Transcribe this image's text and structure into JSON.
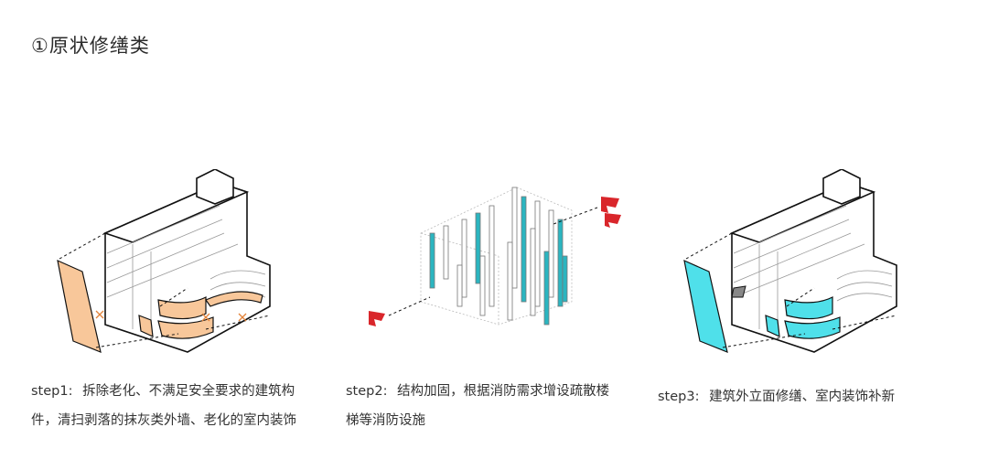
{
  "title": "①原状修缮类",
  "steps": [
    {
      "step": "step1:",
      "line1": "拆除老化、不满足安全要求的建筑构",
      "line2": "件，清扫剥落的抹灰类外墙、老化的室内装饰"
    },
    {
      "step": "step2:",
      "line1": "结构加固，根据消防需求增设疏散楼",
      "line2": "梯等消防设施"
    },
    {
      "step": "step3:",
      "line1": "建筑外立面修缮、室内装饰补新",
      "line2": ""
    }
  ],
  "colors": {
    "removed": "#f8c79a",
    "structure": "#2bb5c0",
    "stair": "#d9262b",
    "new_facade": "#4fe0ea",
    "line": "#111111"
  }
}
